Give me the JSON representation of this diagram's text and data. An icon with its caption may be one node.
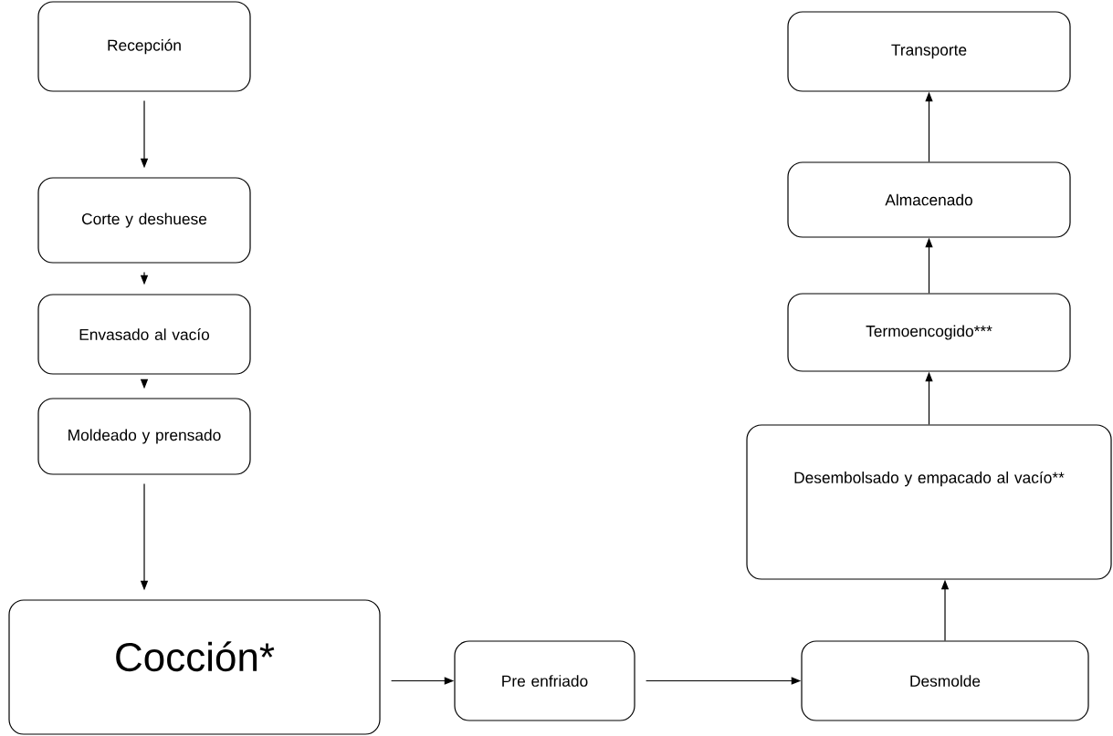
{
  "diagram": {
    "nodes": [
      {
        "text": [
          "Recepción"
        ]
      },
      {
        "text": [
          "Corte y deshuese"
        ]
      },
      {
        "text": [
          "Envasado al vacío"
        ]
      },
      {
        "text": [
          "Moldeado y prensado"
        ]
      },
      {
        "text": [
          "Cocción*"
        ]
      },
      {
        "text": [
          "Pre enfriado"
        ]
      },
      {
        "text": [
          "Desmolde"
        ]
      },
      {
        "text": [
          "Desembolsado y empacado al vacío**"
        ]
      },
      {
        "text": [
          "Termoencogido***"
        ]
      },
      {
        "text": [
          "Almacenado"
        ]
      },
      {
        "text": [
          "Transporte"
        ]
      }
    ],
    "edges": [
      {
        "from": 0,
        "to": 1,
        "arrow": "to"
      },
      {
        "from": 1,
        "to": 2,
        "arrow": "to"
      },
      {
        "from": 2,
        "to": 3,
        "arrow": "to"
      },
      {
        "from": 3,
        "to": 4,
        "arrow": "to"
      },
      {
        "from": 4,
        "to": 5,
        "arrow": "to"
      },
      {
        "from": 5,
        "to": 6,
        "arrow": "to"
      },
      {
        "from": 6,
        "to": 7,
        "arrow": "to"
      },
      {
        "from": 7,
        "to": 8,
        "arrow": "to"
      },
      {
        "from": 8,
        "to": 9,
        "arrow": "to"
      },
      {
        "from": 9,
        "to": 10,
        "arrow": "to"
      }
    ]
  }
}
